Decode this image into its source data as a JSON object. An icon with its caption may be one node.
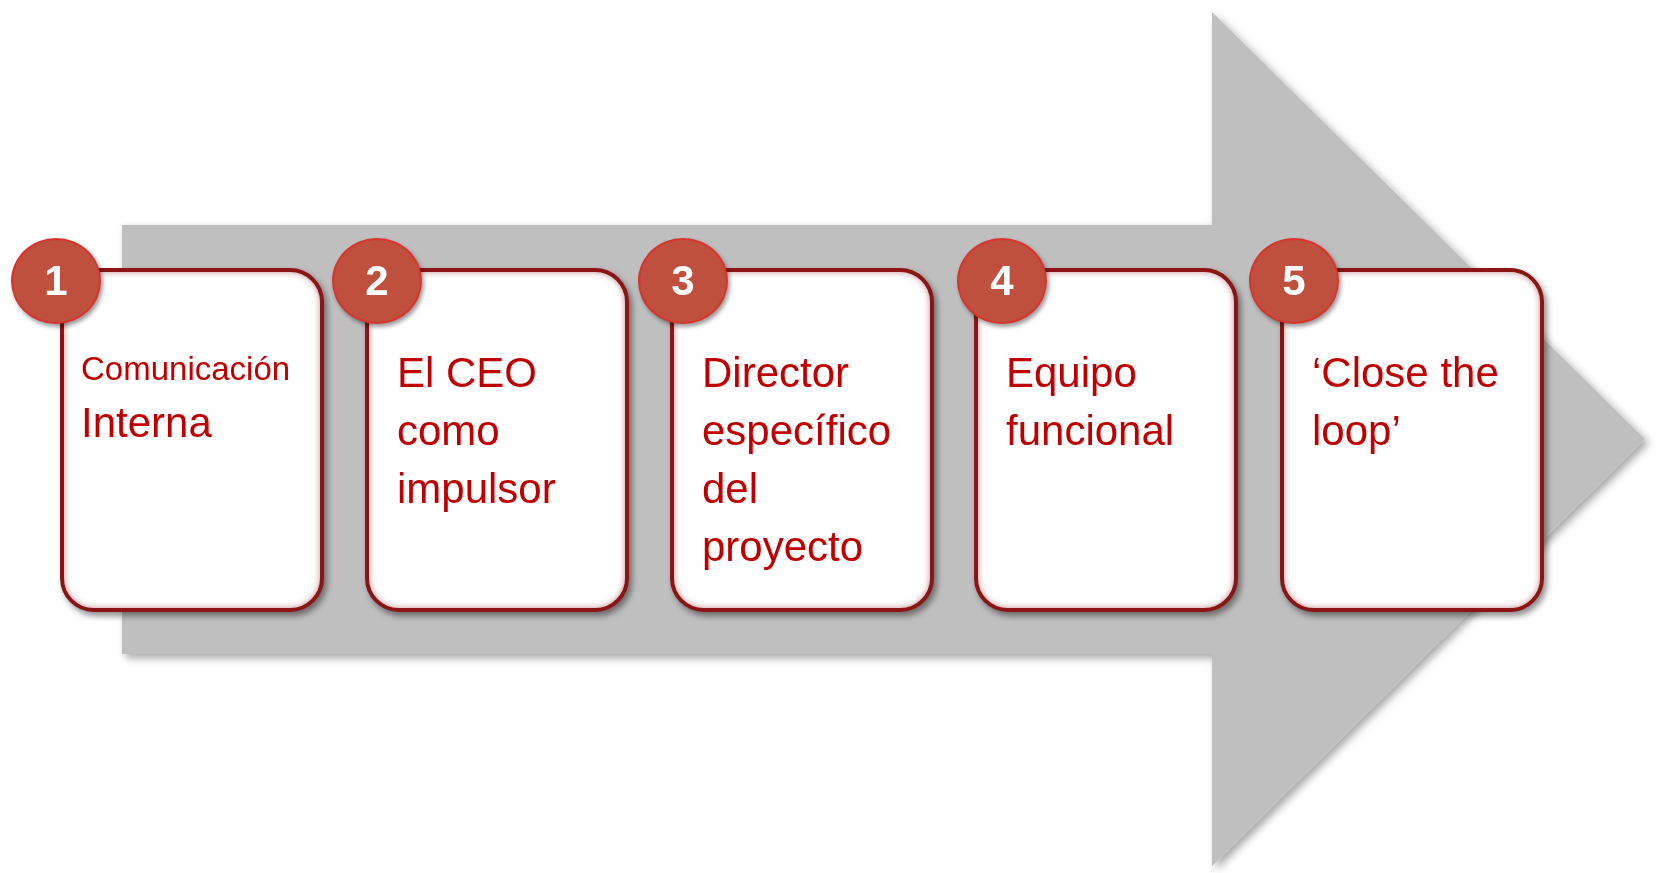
{
  "diagram": {
    "nodes": [
      {
        "text": [
          "1"
        ]
      },
      {
        "text": [
          "Comunicación",
          "Interna"
        ]
      },
      {
        "text": [
          "2"
        ]
      },
      {
        "text": [
          "El CEO como impulsor"
        ]
      },
      {
        "text": [
          "3"
        ]
      },
      {
        "text": [
          "Director específico del proyecto"
        ]
      },
      {
        "text": [
          "4"
        ]
      },
      {
        "text": [
          "Equipo funcional"
        ]
      },
      {
        "text": [
          "5"
        ]
      },
      {
        "text": [
          "‘Close the loop’"
        ]
      }
    ]
  }
}
